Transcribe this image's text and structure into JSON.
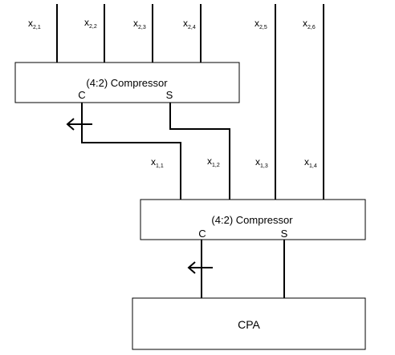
{
  "compressor_top": {
    "title": "(4:2) Compressor",
    "carry": "C",
    "sum": "S"
  },
  "compressor_bottom": {
    "title": "(4:2) Compressor",
    "carry": "C",
    "sum": "S"
  },
  "cpa": {
    "label": "CPA"
  },
  "inputs_top": [
    {
      "base": "x",
      "sub": "2,1"
    },
    {
      "base": "x",
      "sub": "2,2"
    },
    {
      "base": "x",
      "sub": "2,3"
    },
    {
      "base": "x",
      "sub": "2,4"
    },
    {
      "base": "x",
      "sub": "2,5"
    },
    {
      "base": "x",
      "sub": "2,6"
    }
  ],
  "inputs_mid": [
    {
      "base": "x",
      "sub": "1,1"
    },
    {
      "base": "x",
      "sub": "1,2"
    },
    {
      "base": "x",
      "sub": "1,3"
    },
    {
      "base": "x",
      "sub": "1,4"
    }
  ],
  "colors": {
    "line": "#000000",
    "background": "#ffffff"
  }
}
